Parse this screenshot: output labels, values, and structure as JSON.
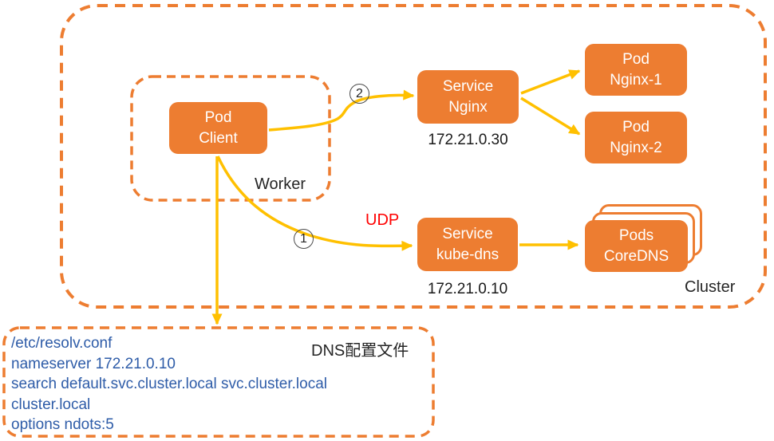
{
  "colors": {
    "node_fill": "#ED7D31",
    "dashed_border": "#ED7D31",
    "arrow": "#FFC000",
    "udp_red": "#FF0000",
    "resolv_blue": "#2E5CA8",
    "text_black": "#262626"
  },
  "cluster": {
    "label": "Cluster"
  },
  "worker": {
    "label": "Worker"
  },
  "nodes": {
    "pod_client": {
      "line1": "Pod",
      "line2": "Client"
    },
    "service_nginx": {
      "line1": "Service",
      "line2": "Nginx",
      "ip": "172.21.0.30"
    },
    "pod_nginx_1": {
      "line1": "Pod",
      "line2": "Nginx-1"
    },
    "pod_nginx_2": {
      "line1": "Pod",
      "line2": "Nginx-2"
    },
    "service_kube_dns": {
      "line1": "Service",
      "line2": "kube-dns",
      "ip": "172.21.0.10"
    },
    "pods_coredns": {
      "line1": "Pods",
      "line2": "CoreDNS"
    }
  },
  "annotations": {
    "step1": "1",
    "step2": "2",
    "udp": "UDP",
    "dns_config_label": "DNS配置文件"
  },
  "resolv_conf": {
    "lines": [
      "/etc/resolv.conf",
      "nameserver 172.21.0.10",
      "search default.svc.cluster.local svc.cluster.local",
      "cluster.local",
      "options ndots:5"
    ]
  }
}
